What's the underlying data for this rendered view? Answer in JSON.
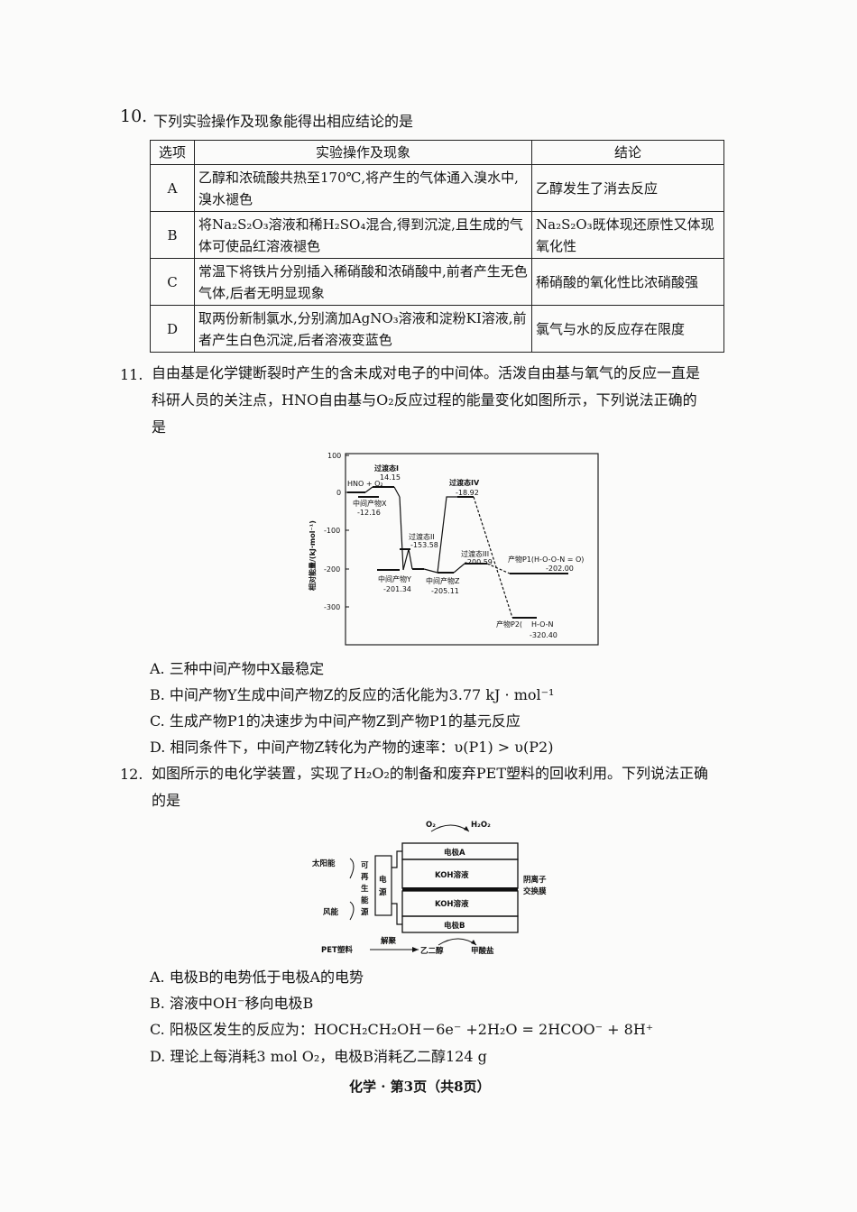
{
  "q10": {
    "num": "10.",
    "stem": "下列实验操作及现象能得出相应结论的是",
    "headers": [
      "选项",
      "实验操作及现象",
      "结论"
    ],
    "rows": [
      {
        "opt": "A",
        "op": "乙醇和浓硫酸共热至170℃,将产生的气体通入溴水中,溴水褪色",
        "con": "乙醇发生了消去反应"
      },
      {
        "opt": "B",
        "op": "将Na₂S₂O₃溶液和稀H₂SO₄混合,得到沉淀,且生成的气体可使品红溶液褪色",
        "con": "Na₂S₂O₃既体现还原性又体现氧化性"
      },
      {
        "opt": "C",
        "op": "常温下将铁片分别插入稀硝酸和浓硝酸中,前者产生无色气体,后者无明显现象",
        "con": "稀硝酸的氧化性比浓硝酸强"
      },
      {
        "opt": "D",
        "op": "取两份新制氯水,分别滴加AgNO₃溶液和淀粉KI溶液,前者产生白色沉淀,后者溶液变蓝色",
        "con": "氯气与水的反应存在限度"
      }
    ]
  },
  "q11": {
    "num": "11.",
    "stem_line1": "自由基是化学键断裂时产生的含未成对电子的中间体。活泼自由基与氧气的反应一直是",
    "stem_line2": "科研人员的关注点，HNO自由基与O₂反应过程的能量变化如图所示，下列说法正确的",
    "stem_line3": "是",
    "chart": {
      "ylabel": "相对能量/(kJ·mol⁻¹)",
      "ticks": [
        "100",
        "0",
        "-100",
        "-200",
        "-300"
      ],
      "labels": {
        "reactant": "HNO + O₂",
        "ts1": "过渡态I",
        "ts1_val": "14.15",
        "x": "中间产物X",
        "x_val": "-12.16",
        "ts2": "过渡态II",
        "ts2_val": "-153.58",
        "y": "中间产物Y",
        "y_val": "-201.34",
        "z": "中间产物Z",
        "z_val": "-205.11",
        "ts4": "过渡态IV",
        "ts4_val": "-18.92",
        "ts3": "过渡态III",
        "ts3_val": "-200.59",
        "p1": "产物P1(H-O-O-N = O)",
        "p1_val": "-202.00",
        "p2": "产物P2(",
        "p2_ring": "H-O-N",
        "p2_val": "-320.40"
      }
    },
    "options": [
      "A.  三种中间产物中X最稳定",
      "B.  中间产物Y生成中间产物Z的反应的活化能为3.77 kJ · mol⁻¹",
      "C.  生成产物P1的决速步为中间产物Z到产物P1的基元反应",
      "D.  相同条件下，中间产物Z转化为产物的速率：υ(P1) > υ(P2)"
    ]
  },
  "q12": {
    "num": "12.",
    "stem_line1": "如图所示的电化学装置，实现了H₂O₂的制备和废弃PET塑料的回收利用。下列说法正确",
    "stem_line2": "的是",
    "diagram": {
      "o2": "O₂",
      "h2o2": "H₂O₂",
      "solar": "太阳能",
      "wind": "风能",
      "renewable": [
        "可",
        "再",
        "生",
        "能",
        "源"
      ],
      "power": [
        "电",
        "源"
      ],
      "electrode_a": "电极A",
      "koh_top": "KOH溶液",
      "koh_bottom": "KOH溶液",
      "membrane": [
        "阴离子",
        "交换膜"
      ],
      "electrode_b": "电极B",
      "pet": "PET塑料",
      "depoly": "解聚",
      "glycol": "乙二醇",
      "formate": "甲酸盐"
    },
    "options": [
      "A.  电极B的电势低于电极A的电势",
      "B.  溶液中OH⁻移向电极B",
      "C.  阳极区发生的反应为：HOCH₂CH₂OH－6e⁻ +2H₂O = 2HCOO⁻ + 8H⁺",
      "D.  理论上每消耗3 mol O₂，电极B消耗乙二醇124 g"
    ]
  },
  "footer": "化学 · 第3页（共8页）"
}
